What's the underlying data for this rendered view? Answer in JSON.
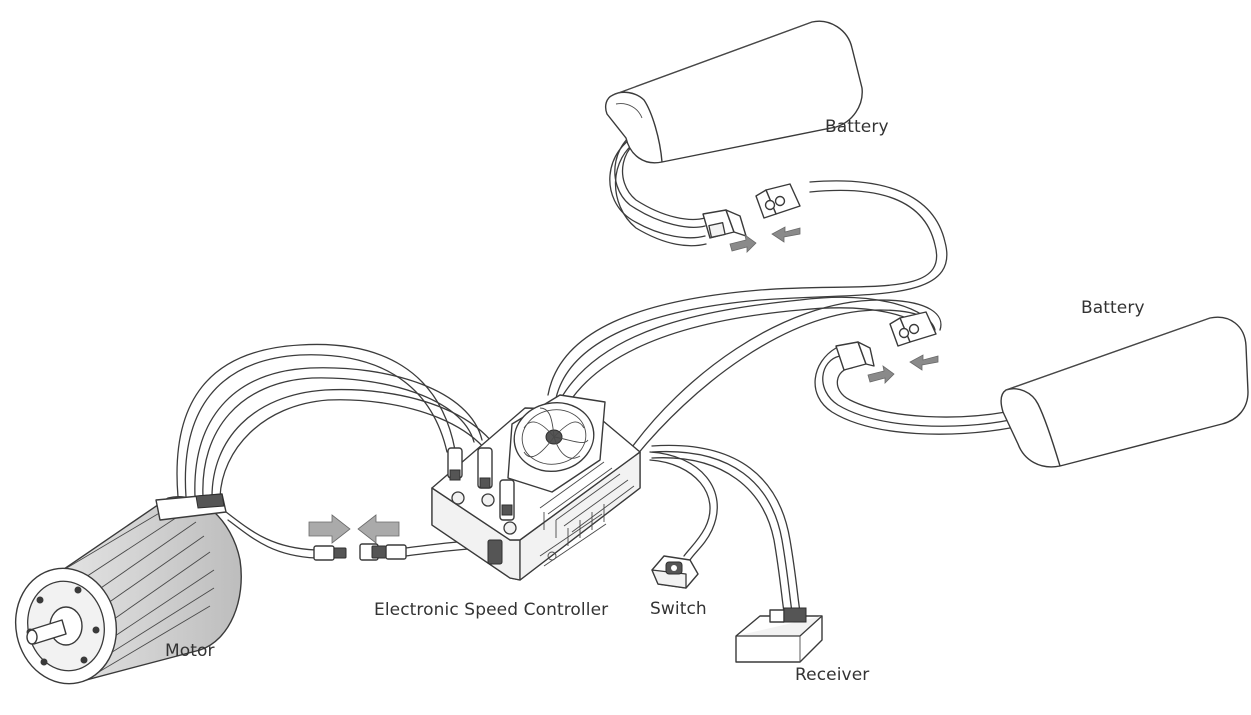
{
  "diagram": {
    "labels": {
      "battery_top": "Battery",
      "battery_right": "Battery",
      "motor": "Motor",
      "esc": "Electronic Speed Controller",
      "switch": "Switch",
      "receiver": "Receiver"
    },
    "colors": {
      "line": "#3a3a3a",
      "arrow": "#8a8a8a",
      "text": "#333333",
      "background": "#ffffff"
    },
    "icons": [
      "battery-icon",
      "motor-icon",
      "esc-icon",
      "switch-icon",
      "receiver-icon",
      "connector-icon",
      "arrow-icon"
    ]
  }
}
